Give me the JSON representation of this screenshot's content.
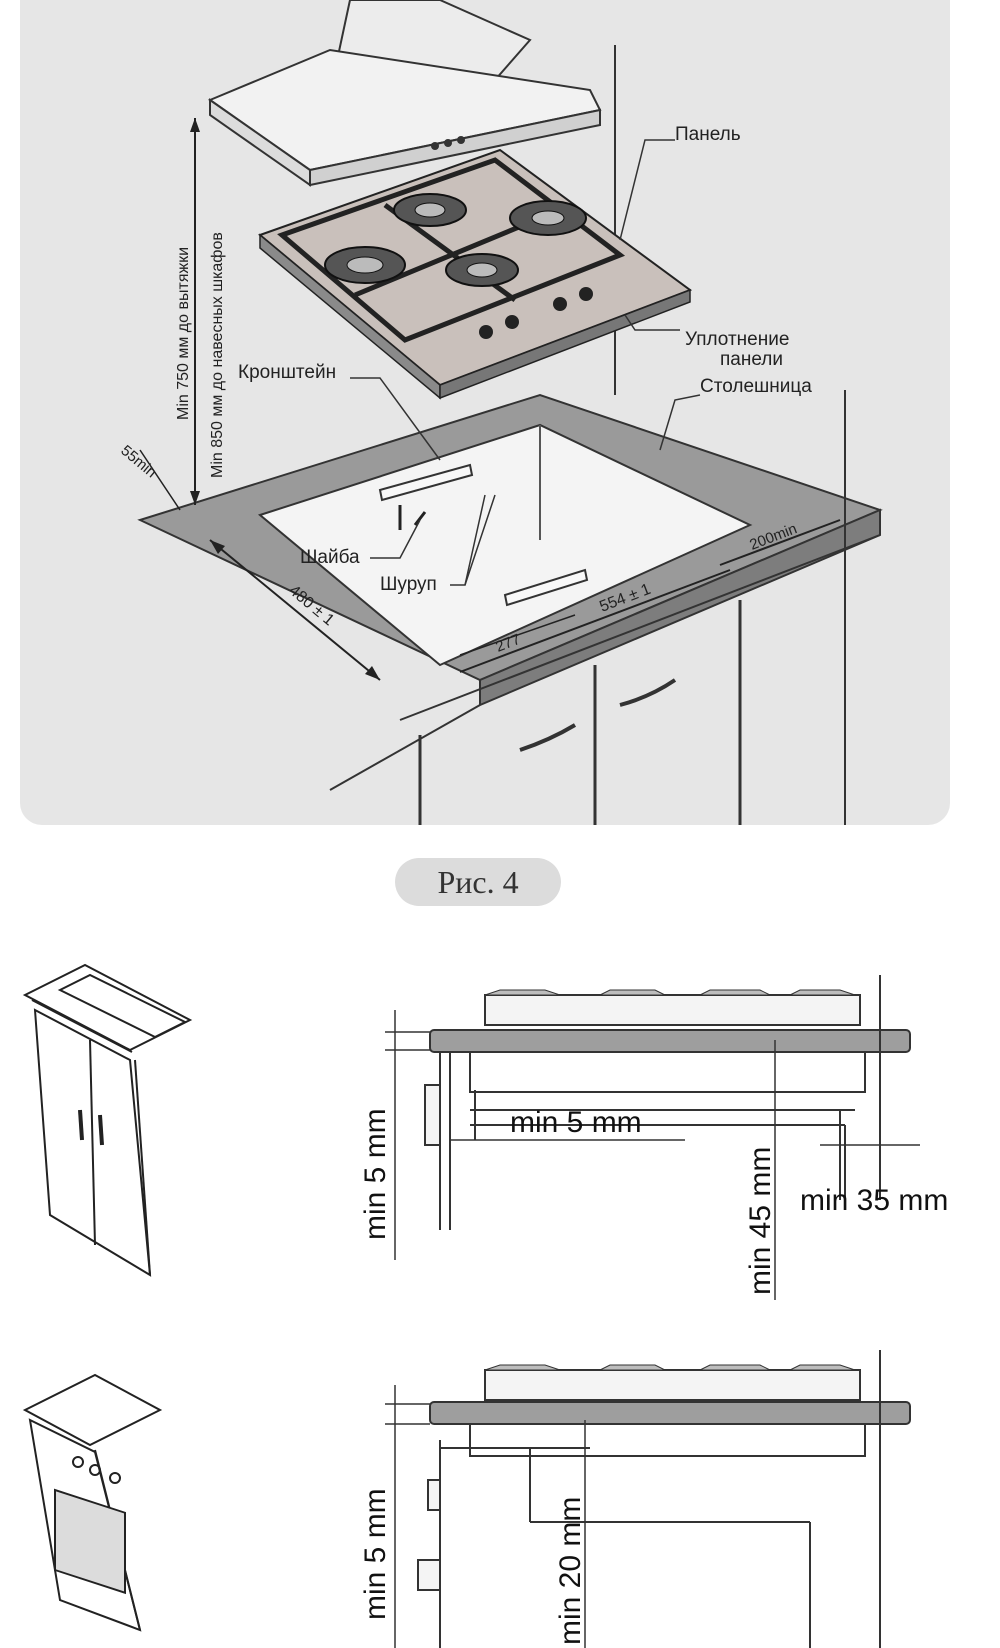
{
  "figure4": {
    "caption": "Рис. 4",
    "labels": {
      "panel": "Панель",
      "seal_line1": "Уплотнение",
      "seal_line2": "панели",
      "countertop": "Столешница",
      "bracket": "Кронштейн",
      "washer": "Шайба",
      "screw": "Шуруп"
    },
    "dimensions": {
      "hood_min": "Min 750 мм до вытяжки",
      "cabinet_min": "Min 850 мм до навесных шкафов",
      "back_gap": "55min",
      "depth": "480 ± 1",
      "width": "554 ± 1",
      "side_gap": "200min",
      "bracket_offset": "277"
    }
  },
  "detail_cabinet": {
    "min_top": "min 5 mm",
    "min_side": "min 5 mm",
    "min_below": "min 45 mm",
    "min_wall": "min 35 mm"
  },
  "detail_oven": {
    "min_top": "min 5 mm",
    "min_below": "min 20 mm"
  }
}
